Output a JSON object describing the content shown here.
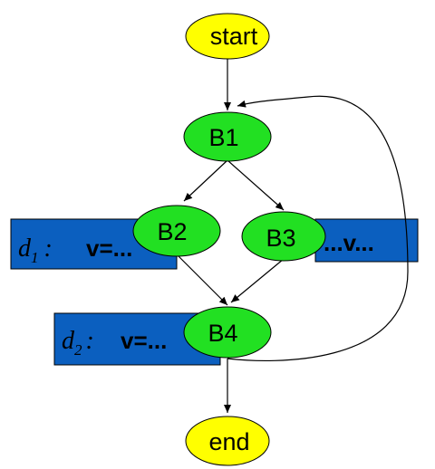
{
  "colors": {
    "terminal_fill": "#ffff00",
    "block_fill": "#22e022",
    "definition_box_fill": "#0b5fbf",
    "stroke": "#000000"
  },
  "nodes": {
    "start": "start",
    "b1": "B1",
    "b2": "B2",
    "b3": "B3",
    "b4": "B4",
    "end": "end"
  },
  "definitions": {
    "d1": {
      "name": "d",
      "subscript": "1",
      "separator": ":",
      "statement": "v=..."
    },
    "d2": {
      "name": "d",
      "subscript": "2",
      "separator": ":",
      "statement": "v=..."
    },
    "b3_use": {
      "statement": "...v..."
    }
  }
}
